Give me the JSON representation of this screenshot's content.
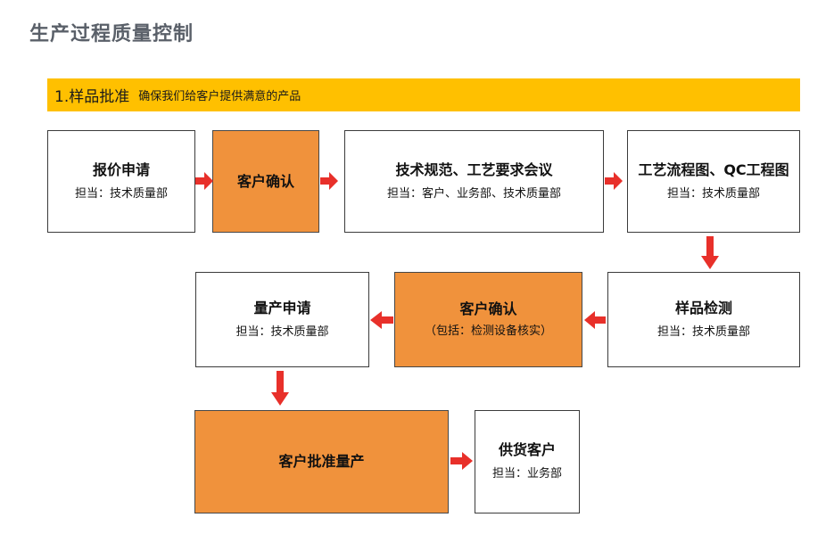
{
  "page": {
    "title": "生产过程质量控制",
    "title_color": "#5a6069",
    "background": "#ffffff"
  },
  "section": {
    "number_label": "1.样品批准",
    "subtitle": "确保我们给客户提供满意的产品",
    "banner_color": "#ffc000",
    "text_color": "#1a1a1a"
  },
  "palette": {
    "highlight_box": "#f0923c",
    "plain_box": "#ffffff",
    "box_border": "#3b3b3b",
    "arrow_color": "#e8302a",
    "body_text": "#111111"
  },
  "flow": {
    "row1": [
      {
        "id": "quotation-request",
        "title": "报价申请",
        "subtitle": "担当：技术质量部",
        "highlight": false
      },
      {
        "id": "customer-confirm-1",
        "title": "客户确认",
        "subtitle": "",
        "highlight": true
      },
      {
        "id": "spec-process-meeting",
        "title": "技术规范、工艺要求会议",
        "subtitle": "担当：客户、业务部、技术质量部",
        "highlight": false
      },
      {
        "id": "process-flow-qc-chart",
        "title": "工艺流程图、QC工程图",
        "subtitle": "担当：技术质量部",
        "highlight": false
      }
    ],
    "row2": [
      {
        "id": "mass-production-request",
        "title": "量产申请",
        "subtitle": "担当：技术质量部",
        "highlight": false
      },
      {
        "id": "customer-confirm-2",
        "title": "客户确认",
        "subtitle": "（包括：检测设备核实）",
        "highlight": true
      },
      {
        "id": "sample-inspection",
        "title": "样品检测",
        "subtitle": "担当：技术质量部",
        "highlight": false
      }
    ],
    "row3": [
      {
        "id": "customer-approve-mass-production",
        "title": "客户批准量产",
        "subtitle": "",
        "highlight": true
      },
      {
        "id": "supply-customer",
        "title": "供货客户",
        "subtitle": "担当：业务部",
        "highlight": false
      }
    ],
    "connectors": [
      {
        "id": "arrow-quotation-to-confirm1",
        "direction": "right"
      },
      {
        "id": "arrow-confirm1-to-meeting",
        "direction": "right"
      },
      {
        "id": "arrow-meeting-to-qcchart",
        "direction": "right"
      },
      {
        "id": "arrow-qcchart-to-sample-inspection",
        "direction": "down"
      },
      {
        "id": "arrow-sample-inspection-to-confirm2",
        "direction": "left"
      },
      {
        "id": "arrow-confirm2-to-mass-request",
        "direction": "left"
      },
      {
        "id": "arrow-mass-request-to-approve",
        "direction": "down"
      },
      {
        "id": "arrow-approve-to-supply",
        "direction": "right"
      }
    ]
  }
}
